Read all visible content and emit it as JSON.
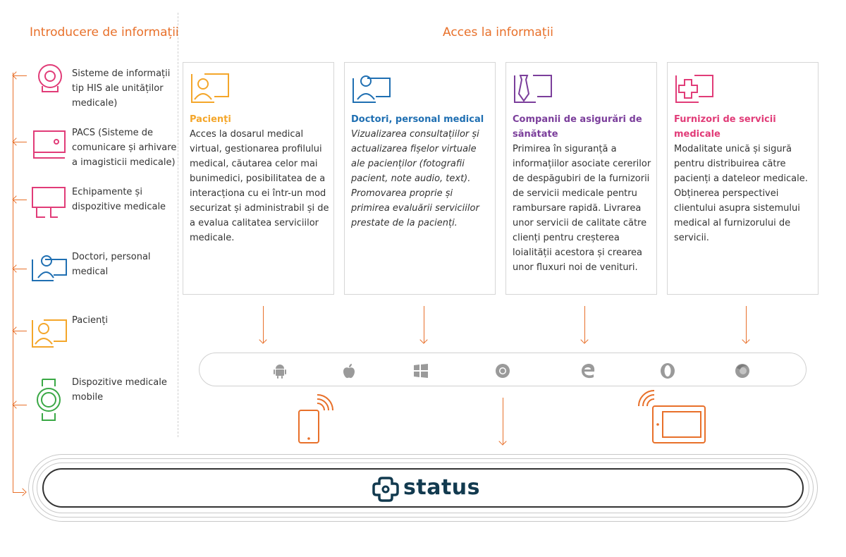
{
  "headings": {
    "left": "Introducere de informații",
    "right": "Acces la informații"
  },
  "colors": {
    "accent": "#e8702a",
    "pink": "#e13c78",
    "blue": "#1f6fb2",
    "yellow": "#f4a62a",
    "purple": "#7b3e9b",
    "green": "#3aa845",
    "logo": "#123a4f"
  },
  "inputs": [
    {
      "icon": "his-icon",
      "label": "Sisteme de informații tip HIS ale unităților medicale)"
    },
    {
      "icon": "pacs-icon",
      "label": "PACS (Sisteme de comunicare și arhivare a imagisticii medicale)"
    },
    {
      "icon": "medical-equipment-icon",
      "label": "Echipamente și dispozitive medicale"
    },
    {
      "icon": "doctor-icon",
      "label": "Doctori, personal medical"
    },
    {
      "icon": "patient-icon",
      "label": "Pacienți"
    },
    {
      "icon": "smartwatch-icon",
      "label": "Dispozitive medicale mobile"
    }
  ],
  "cards": [
    {
      "icon": "patient-icon",
      "title": "Pacienți",
      "body": "Acces la dosarul medical virtual, gestionarea profilului medical, căutarea celor mai bunimedici, posibilitatea de a interacționa cu ei într-un mod securizat și administrabil și de a evalua calitatea serviciilor medicale."
    },
    {
      "icon": "doctor-icon",
      "title": "Doctori, personal medical",
      "body": "Vizualizarea consultațiilor și actualizarea fișelor virtuale ale pacienților (fotografii pacient, note audio, text). Promovarea proprie și primirea evaluării serviciilor prestate de la pacienți."
    },
    {
      "icon": "insurance-icon",
      "title": "Companii de asigurări de sănătate",
      "body": "Primirea în siguranță a informațiilor asociate cererilor de despăgubiri de la furnizorii de servicii medicale pentru rambursare rapidă. Livrarea unor servicii de calitate către clienți pentru creșterea loialității acestora și crearea unor fluxuri noi de venituri."
    },
    {
      "icon": "provider-icon",
      "title": "Furnizori de servicii medicale",
      "body": "Modalitate unică și sigură pentru distribuirea către pacienți a dateleor medicale. Obținerea perspectivei clientului asupra sistemului medical al furnizorului de servicii."
    }
  ],
  "platforms": [
    "android-icon",
    "apple-icon",
    "windows-icon",
    "chrome-icon",
    "edge-icon",
    "opera-icon",
    "firefox-icon"
  ],
  "devices": [
    "smartphone-icon",
    "tablet-icon"
  ],
  "logo": {
    "text": "status"
  }
}
